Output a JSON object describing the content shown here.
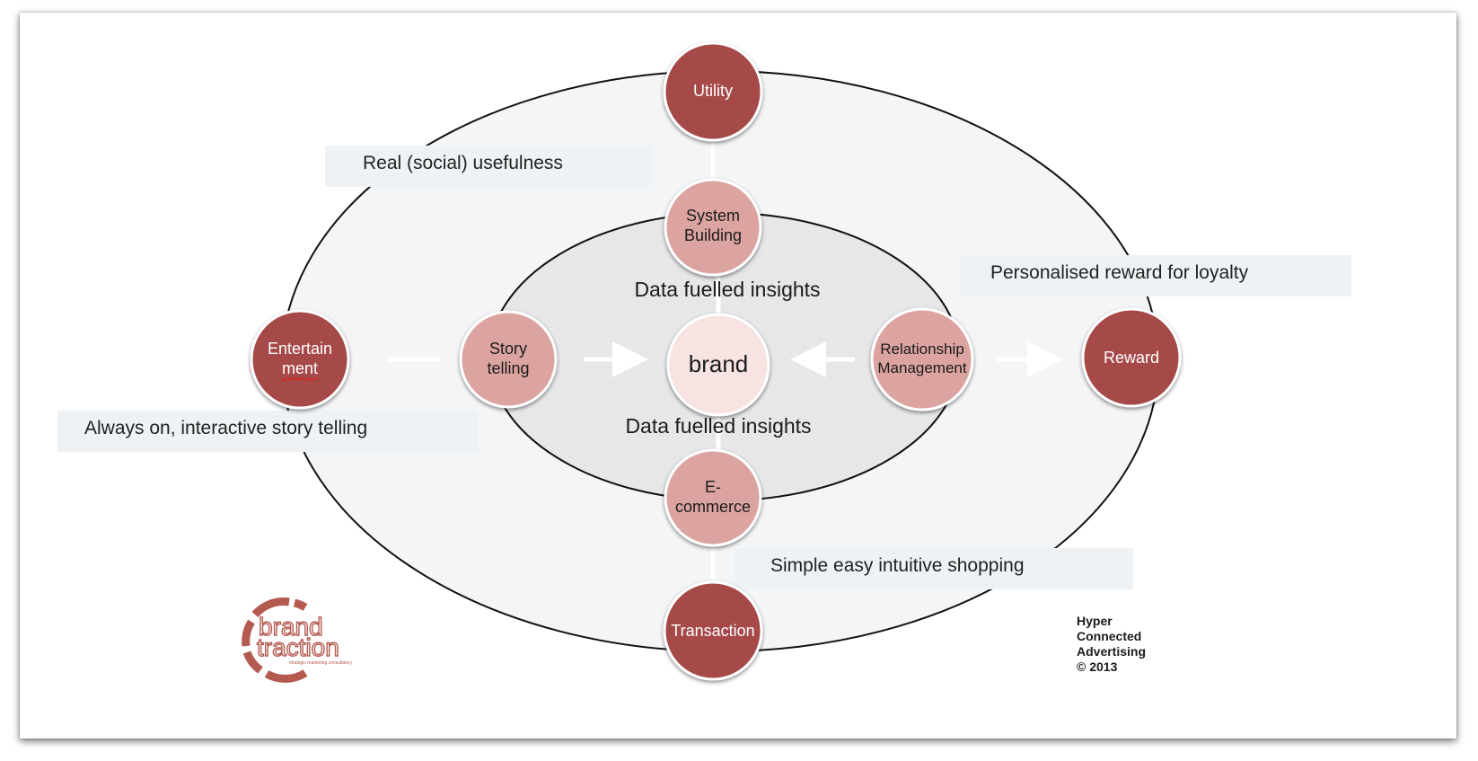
{
  "nodes": {
    "utility": {
      "line1": "Utility"
    },
    "entertainment": {
      "line1": "Entertain",
      "line2": "ment"
    },
    "reward": {
      "line1": "Reward"
    },
    "transaction": {
      "line1": "Transaction"
    },
    "system_building": {
      "line1": "System",
      "line2": "Building"
    },
    "story_telling": {
      "line1": "Story",
      "line2": "telling"
    },
    "relationship_management": {
      "line1": "Relationship",
      "line2": "Management"
    },
    "ecommerce": {
      "line1": "E-",
      "line2": "commerce"
    },
    "brand": {
      "line1": "brand"
    }
  },
  "insights": {
    "top": "Data fuelled insights",
    "bottom": "Data fuelled insights"
  },
  "callouts": {
    "utility": "Real (social) usefulness",
    "reward": "Personalised reward for loyalty",
    "entertainment": "Always on, interactive story telling",
    "transaction": "Simple easy intuitive shopping"
  },
  "logo": {
    "word1": "brand",
    "word2": "traction",
    "tagline": "strategic marketing consultancy"
  },
  "credit": {
    "line1": "Hyper",
    "line2": "Connected",
    "line3": "Advertising",
    "line4": "© 2013"
  },
  "colors": {
    "outer_node": "#a64848",
    "inner_node": "#dca4a1",
    "brand_node": "#f6e3e2",
    "outer_ring": "#f3f5f7",
    "inner_ring": "#e6e7e9",
    "callout": "#eef2f5",
    "logo": "#b45a4f"
  }
}
